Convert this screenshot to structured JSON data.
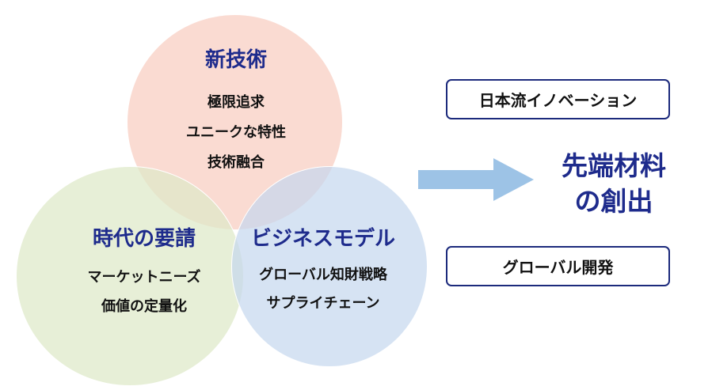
{
  "diagram": {
    "circles": {
      "tech": {
        "title": "新技術",
        "lines": [
          "極限追求",
          "ユニークな特性",
          "技術融合"
        ],
        "color": "#f8d1c5"
      },
      "era": {
        "title": "時代の要請",
        "lines": [
          "マーケットニーズ",
          "価値の定量化"
        ],
        "color": "#dee9c8"
      },
      "biz": {
        "title": "ビジネスモデル",
        "lines": [
          "グローバル知財戦略",
          "サプライチェーン"
        ],
        "color": "#c4d7ee"
      }
    },
    "boxes": {
      "innovation": "日本流イノベーション",
      "global": "グローバル開発"
    },
    "result": {
      "line1": "先端材料",
      "line2": "の創出"
    },
    "colors": {
      "title_text": "#1e2b8c",
      "box_border": "#1c2a7c",
      "arrow": "#9dc3e6"
    }
  }
}
